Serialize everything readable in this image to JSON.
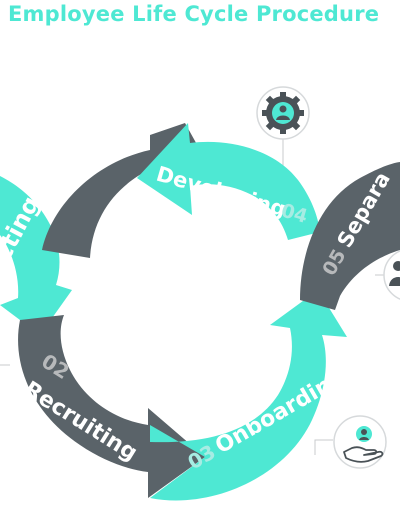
{
  "title": "Employee Life Cycle Procedure",
  "stages": [
    {
      "num": "",
      "label": "cting"
    },
    {
      "num": "02",
      "label": "Recruiting"
    },
    {
      "num": "03",
      "label": "Onboarding"
    },
    {
      "num": "04",
      "label": "Developing"
    },
    {
      "num": "05",
      "label": "Separa"
    }
  ],
  "icons": [
    "gear-person-icon",
    "person-icon",
    "hand-person-icon"
  ],
  "colors": {
    "teal": "#4ee8d3",
    "dark": "#5a6369",
    "icon_ring": "#d6d9db",
    "icon_dark": "#4a5257"
  }
}
